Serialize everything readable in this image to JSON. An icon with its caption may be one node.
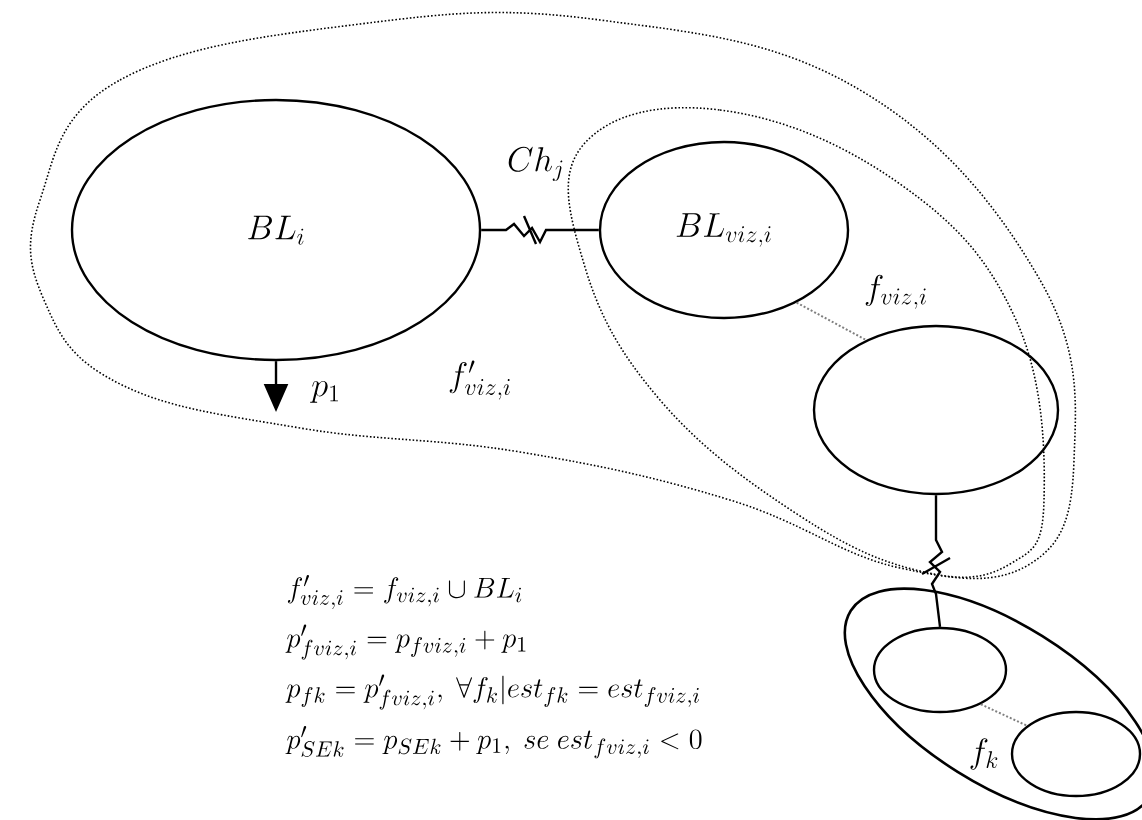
{
  "diagram": {
    "nodes": [
      {
        "text": [
          "f'_{viz,i}"
        ]
      },
      {
        "text": [
          "BL_i"
        ],
        "in": 0
      },
      {
        "text": [
          "f_{viz,i}"
        ],
        "in": 0
      },
      {
        "text": [
          "BL_{viz,i}"
        ],
        "in": 2
      },
      {
        "text": [],
        "shape": "ellipse",
        "in": 2
      },
      {
        "text": [
          "f_k"
        ]
      },
      {
        "text": [],
        "shape": "ellipse",
        "in": 5
      },
      {
        "text": [],
        "shape": "ellipse",
        "in": 5
      }
    ],
    "edges": [
      {
        "from": 1,
        "to": 3,
        "arrow": "none",
        "label": "Ch_j"
      },
      {
        "from": 3,
        "to": 4,
        "arrow": "none",
        "style": "dashed",
        "color": "#808080"
      },
      {
        "from": 4,
        "to": 6,
        "arrow": "none"
      },
      {
        "from": 6,
        "to": 7,
        "arrow": "none",
        "style": "dashed",
        "color": "#808080"
      },
      {
        "from": 1,
        "to": null,
        "arrow": "to",
        "label": "p_1"
      }
    ],
    "labels": [
      "f'_{viz,i}=f_{viz,i}\\cup BL_i",
      "p'_{fviz,i}=p_{fviz,i}+ p_1",
      "p_{fk}=p'_{fviz,i},\\ \\forall f_k|est_{fk}=est_{fviz,i}",
      "p'_{SEk}=p_{SEk}+p_1,\\ se\\ est_{fviz,i}<0"
    ]
  }
}
